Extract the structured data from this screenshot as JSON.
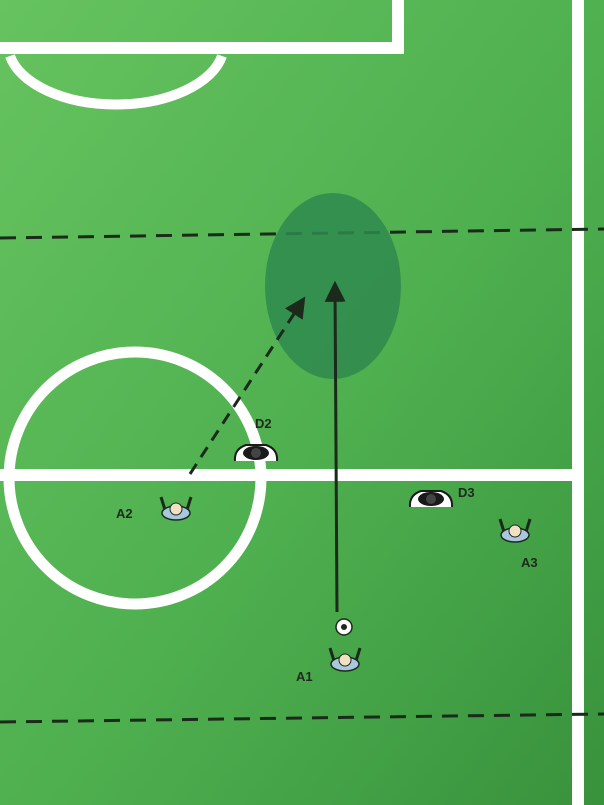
{
  "colors": {
    "pitch_light": "#63c15e",
    "pitch_dark": "#3a943d",
    "line": "#ffffff",
    "target_zone": "#2f8a4e",
    "arrow": "#1b2a1b",
    "attacker_shirt": "#a9c8e0",
    "defender_shirt": "#ffffff",
    "defender_trim": "#1a1a1a"
  },
  "labels": {
    "a1": "A1",
    "a2": "A2",
    "a3": "A3",
    "d2": "D2",
    "d3": "D3"
  }
}
